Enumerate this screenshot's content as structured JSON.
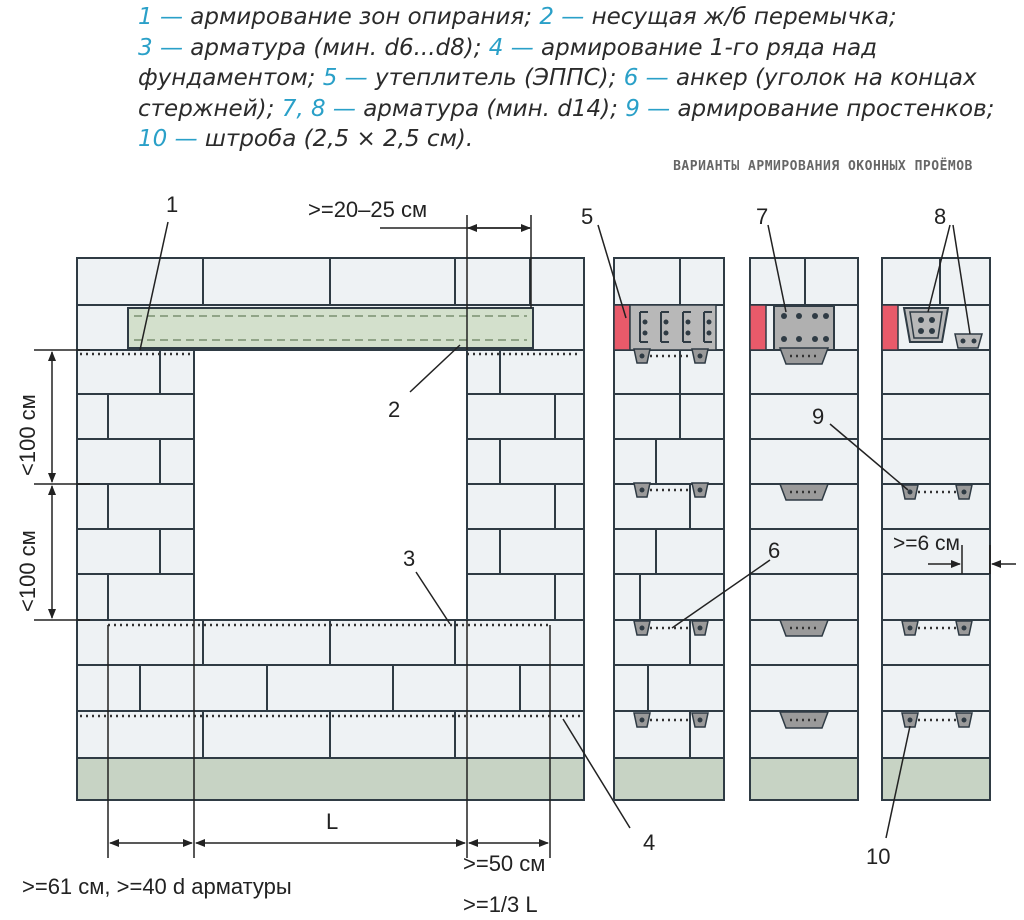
{
  "legend": {
    "lines": [
      [
        [
          "n",
          "1 —"
        ],
        [
          "t",
          " армирование зон опирания; "
        ],
        [
          "n",
          "2 —"
        ],
        [
          "t",
          " несущая ж/б перемычка;"
        ]
      ],
      [
        [
          "n",
          "3 —"
        ],
        [
          "t",
          " арматура (мин. d6...d8); "
        ],
        [
          "n",
          "4 —"
        ],
        [
          "t",
          " армирование 1-го ряда над"
        ]
      ],
      [
        [
          "t",
          "фундаментом; "
        ],
        [
          "n",
          "5 —"
        ],
        [
          "t",
          " утеплитель (ЭППС); "
        ],
        [
          "n",
          "6 —"
        ],
        [
          "t",
          " анкер (уголок на концах"
        ]
      ],
      [
        [
          "t",
          "стержней); "
        ],
        [
          "n",
          "7, 8 —"
        ],
        [
          "t",
          " арматура (мин. d14); "
        ],
        [
          "n",
          "9 —"
        ],
        [
          "t",
          " армирование простенков;"
        ]
      ],
      [
        [
          "n",
          "10 —"
        ],
        [
          "t",
          " штроба (2,5 × 2,5 см)."
        ]
      ]
    ]
  },
  "subtitle": "ВАРИАНТЫ АРМИРОВАНИЯ ОКОННЫХ ПРОЁМОВ",
  "callouts": {
    "c1": "1",
    "c2": "2",
    "c3": "3",
    "c4": "4",
    "c5": "5",
    "c6": "6",
    "c7": "7",
    "c8": "8",
    "c9": "9",
    "c10": "10"
  },
  "dimensions": {
    "top": ">=20–25 см",
    "height_upper": "<100 см",
    "height_lower": "<100 см",
    "span": "L",
    "bottom_left": ">=61 см, >=40 d арматуры",
    "bottom_right_1": ">=50 см",
    "bottom_right_2": ">=1/3 L",
    "side": ">=6 см"
  },
  "colors": {
    "legend_number": "#2aa0c8",
    "block_fill": "#eef2f4",
    "lintel_fill": "#d3e0cc",
    "foundation_fill": "#c7d3c4",
    "insulation": "#e85a6a",
    "steel": "#9a9a9a",
    "outline": "#2f3b44"
  }
}
